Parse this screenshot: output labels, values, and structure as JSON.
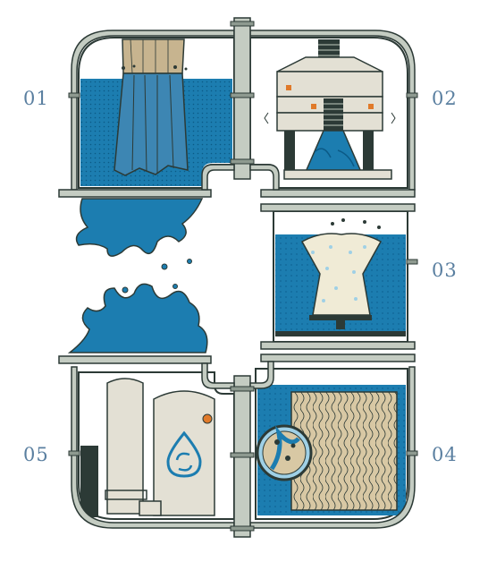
{
  "steps": [
    {
      "number": "01"
    },
    {
      "number": "02"
    },
    {
      "number": "03"
    },
    {
      "number": "04"
    },
    {
      "number": "05"
    }
  ],
  "colors": {
    "label": "#5a7fa0",
    "outline": "#2c3a36",
    "frame": "#c4ccc2",
    "frame_dark": "#8e9a90",
    "water": "#1c7db0",
    "water_dark": "#0b5a86",
    "water_light": "#9fd0e6",
    "cloth": "#c7b48f",
    "machine": "#e3e0d4",
    "sand": "#f0ebd6",
    "fiber": "#d8c8a4",
    "accent": "#e07a2a"
  },
  "icons": [
    "water-drop-recycle-icon",
    "filter-cloth-icon",
    "vibrating-sieve-icon",
    "sedimentation-tank-icon",
    "fiber-filter-icon",
    "storage-tank-icon",
    "pipe-flange-icon"
  ]
}
